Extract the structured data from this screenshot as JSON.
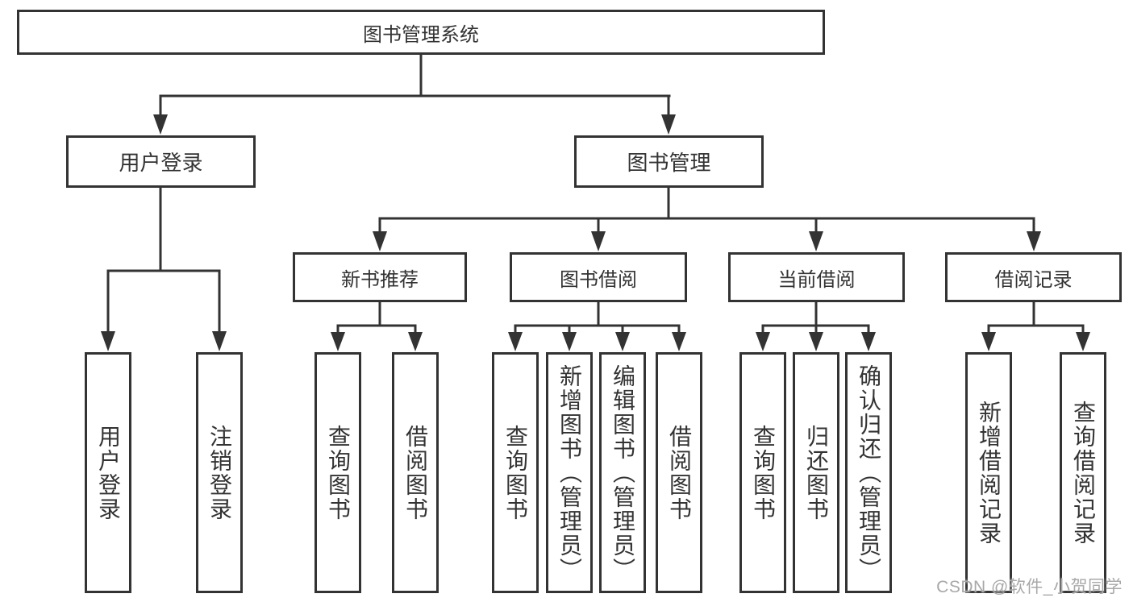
{
  "colors": {
    "background": "#ffffff",
    "line": "#333333",
    "box_border": "#333333",
    "text": "#333333",
    "watermark": "#a8a8a8"
  },
  "diagram": {
    "root": {
      "label": "图书管理系统"
    },
    "level1": [
      {
        "label": "用户登录",
        "children": [
          {
            "label": "用户登录"
          },
          {
            "label": "注销登录"
          }
        ]
      },
      {
        "label": "图书管理",
        "children": [
          {
            "label": "新书推荐",
            "children": [
              {
                "label": "查询图书"
              },
              {
                "label": "借阅图书"
              }
            ]
          },
          {
            "label": "图书借阅",
            "children": [
              {
                "label": "查询图书"
              },
              {
                "label": "新增图书（管理员）"
              },
              {
                "label": "编辑图书（管理员）"
              },
              {
                "label": "借阅图书"
              }
            ]
          },
          {
            "label": "当前借阅",
            "children": [
              {
                "label": "查询图书"
              },
              {
                "label": "归还图书"
              },
              {
                "label": "确认归还（管理员）"
              }
            ]
          },
          {
            "label": "借阅记录",
            "children": [
              {
                "label": "新增借阅记录"
              },
              {
                "label": "查询借阅记录"
              }
            ]
          }
        ]
      }
    ]
  },
  "watermark": {
    "text": "CSDN @软件_小贺同学"
  }
}
